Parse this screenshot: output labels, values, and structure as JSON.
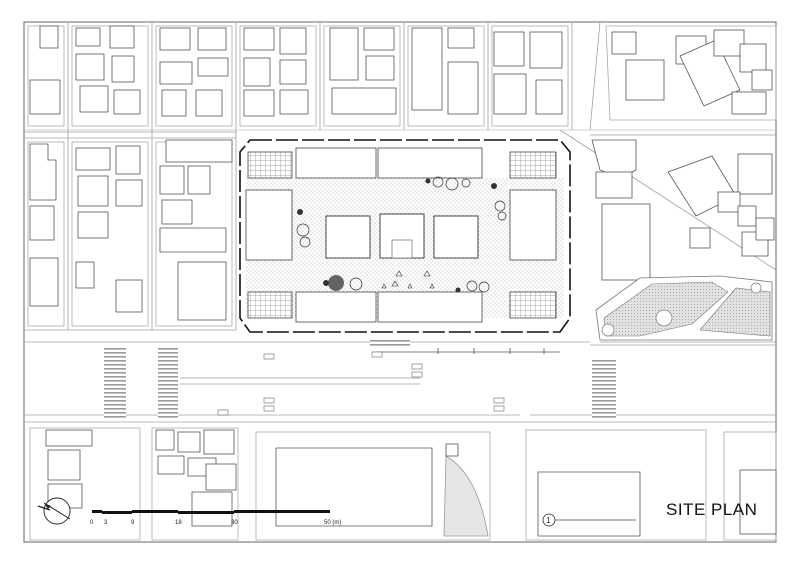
{
  "title": "SITE PLAN",
  "scale_bar": {
    "ticks": [
      "0",
      "3",
      "9",
      "18",
      "30",
      "50 (m)"
    ]
  },
  "section_marker": "1",
  "icons": {
    "north_arrow": "north-arrow-icon",
    "section_marker": "section-marker-icon"
  },
  "colors": {
    "line": "#333333",
    "light_line": "#9a9a9a",
    "plaza_hatch": "#c8c8c8",
    "park_fill": "#d6d6d6",
    "background": "#ffffff"
  }
}
